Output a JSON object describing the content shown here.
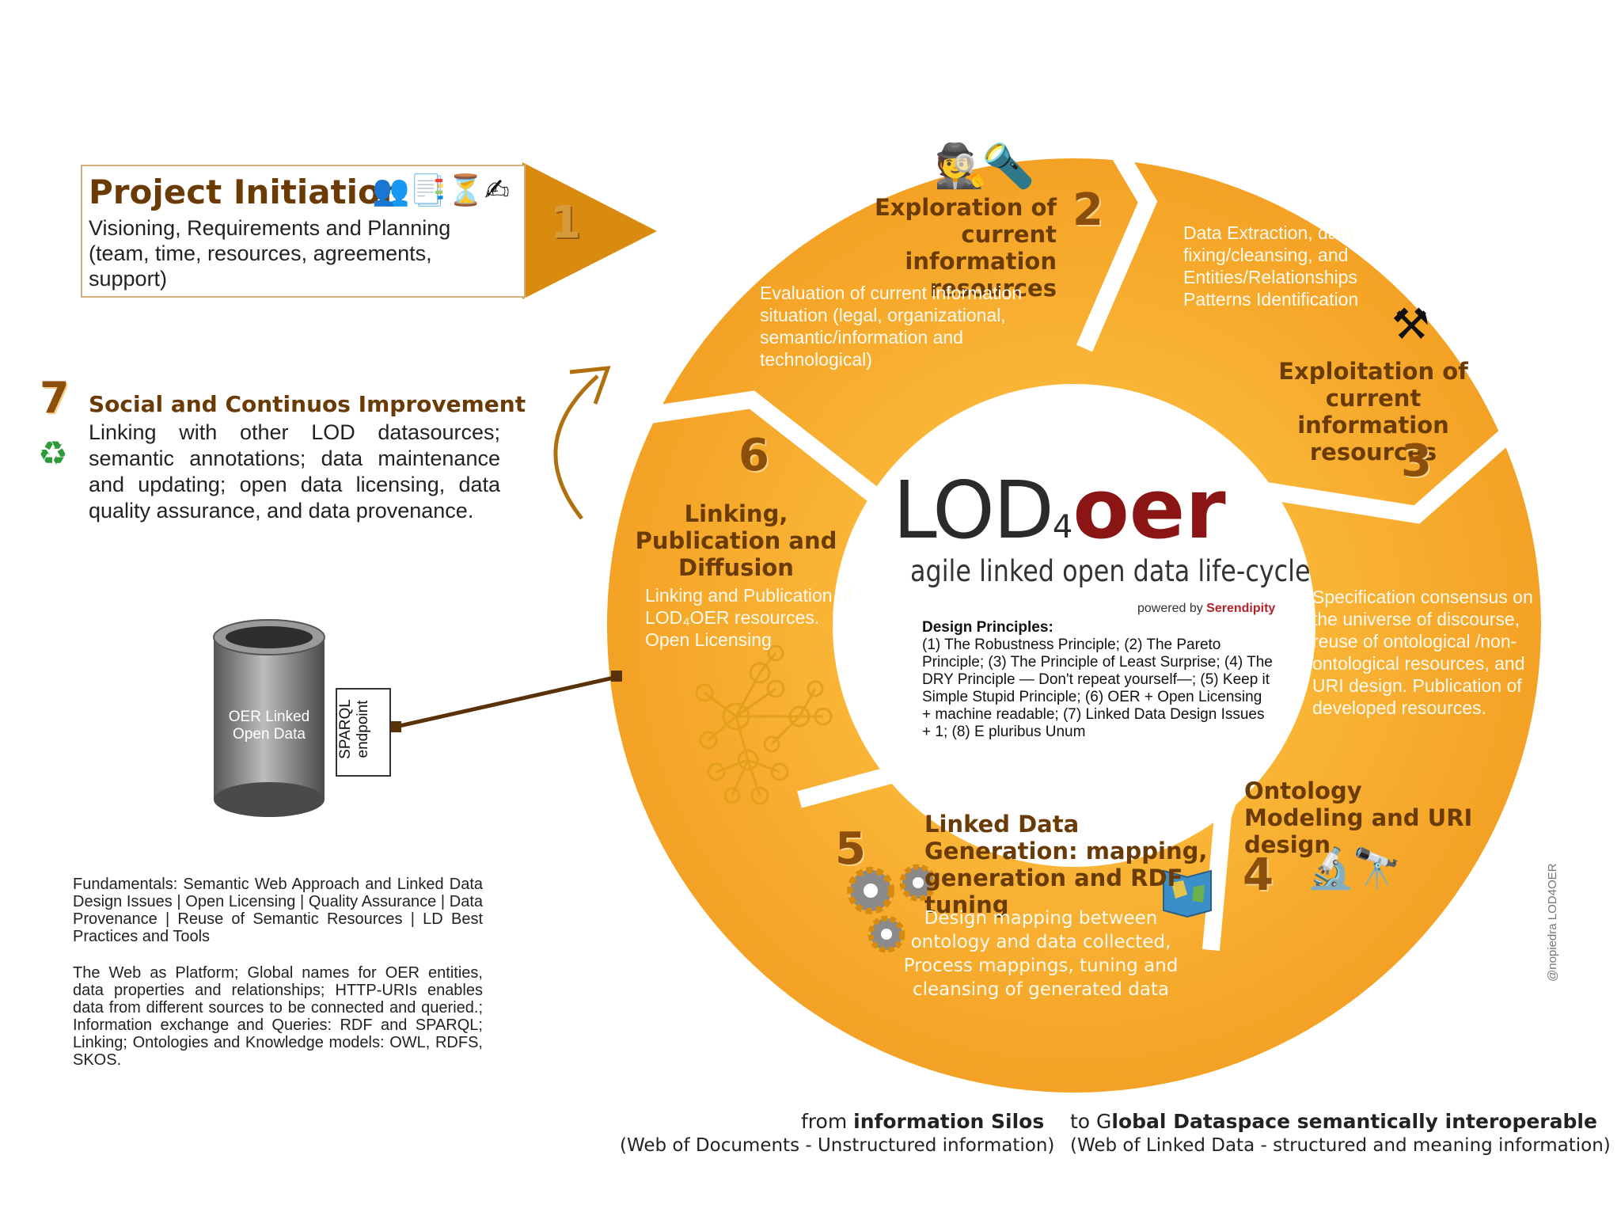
{
  "initiation": {
    "title": "Project Initiation",
    "body": "Visioning, Requirements and Planning (team, time, resources, agreements, support)",
    "number": "1"
  },
  "improvement": {
    "number": "7",
    "title": "Social and Continuos Improvement",
    "body": "Linking with other LOD datasources; semantic annotations; data maintenance and updating; open data licensing, data quality assurance, and data provenance."
  },
  "segments": [
    {
      "number": "2",
      "title": "Exploration of current information resources",
      "body": "Evaluation of current information situation (legal, organizational, semantic/information and technological)"
    },
    {
      "number": "3",
      "title": "Exploitation of current information resources",
      "body": "Data Extraction, data fixing/cleansing, and Entities/Relationships Patterns Identification"
    },
    {
      "number": "4",
      "title": "Ontology Modeling and URI design",
      "body": "Specification consensus on the universe of discourse, reuse of ontological /non-ontological resources, and URI design. Publication of developed resources."
    },
    {
      "number": "5",
      "title": "Linked Data Generation: mapping, generation and RDF tuning",
      "body": "Design mapping between ontology and data collected, Process mappings, tuning and cleansing of generated data"
    },
    {
      "number": "6",
      "title": "Linking, Publication and Diffusion",
      "body": "Linking and Publication of LOD₄OER resources. Open Licensing"
    }
  ],
  "center": {
    "logo_lod": "LOD",
    "logo_sub": "4",
    "logo_oer": "oer",
    "tagline": "agile linked open data life-cycle",
    "powered_prefix": "powered by",
    "powered_brand": "Serendipity",
    "principles_title": "Design Principles:",
    "principles_body": "(1) The Robustness Principle; (2) The Pareto Principle; (3) The Principle of Least Surprise; (4) The DRY Principle — Don't repeat yourself—; (5) Keep it Simple Stupid Principle; (6) OER + Open Licensing + machine readable; (7) Linked Data Design Issues + 1; (8) E pluribus Unum"
  },
  "database": {
    "label": "OER Linked Open Data",
    "endpoint": "SPARQL endpoint"
  },
  "fundamentals": {
    "para1": "Fundamentals: Semantic Web Approach and Linked Data Design Issues | Open Licensing | Quality Assurance | Data Provenance | Reuse of Semantic Resources | LD Best Practices and Tools",
    "para2": "The Web as Platform; Global names for OER entities, data properties and relationships; HTTP-URIs enables data from different sources to be connected and queried.; Information exchange and Queries: RDF and SPARQL; Linking; Ontologies and Knowledge models: OWL, RDFS, SKOS."
  },
  "footer": {
    "from_prefix": "from",
    "from_bold": "information Silos",
    "from_sub": "(Web of Documents - Unstructured information)",
    "to_prefix": "to G",
    "to_bold": "lobal Dataspace semantically interoperable",
    "to_sub": "(Web of Linked Data - structured and meaning information)"
  },
  "credit": "@nopiedra LOD4OER",
  "icons": [
    "people-icon",
    "documents-icon",
    "hourglass-icon",
    "writing-hand-icon",
    "recycle-icon",
    "detective-icon",
    "flashlight-icon",
    "hammer-pick-icon",
    "microscope-icon",
    "telescope-icon",
    "gears-icon",
    "map-icon",
    "network-icon",
    "database-icon"
  ],
  "colors": {
    "orange": "#f5a623",
    "orange_dark": "#e8901a",
    "brown": "#6b3b06",
    "logo_red": "#8b1414",
    "logo_grey": "#2b2b2b"
  }
}
